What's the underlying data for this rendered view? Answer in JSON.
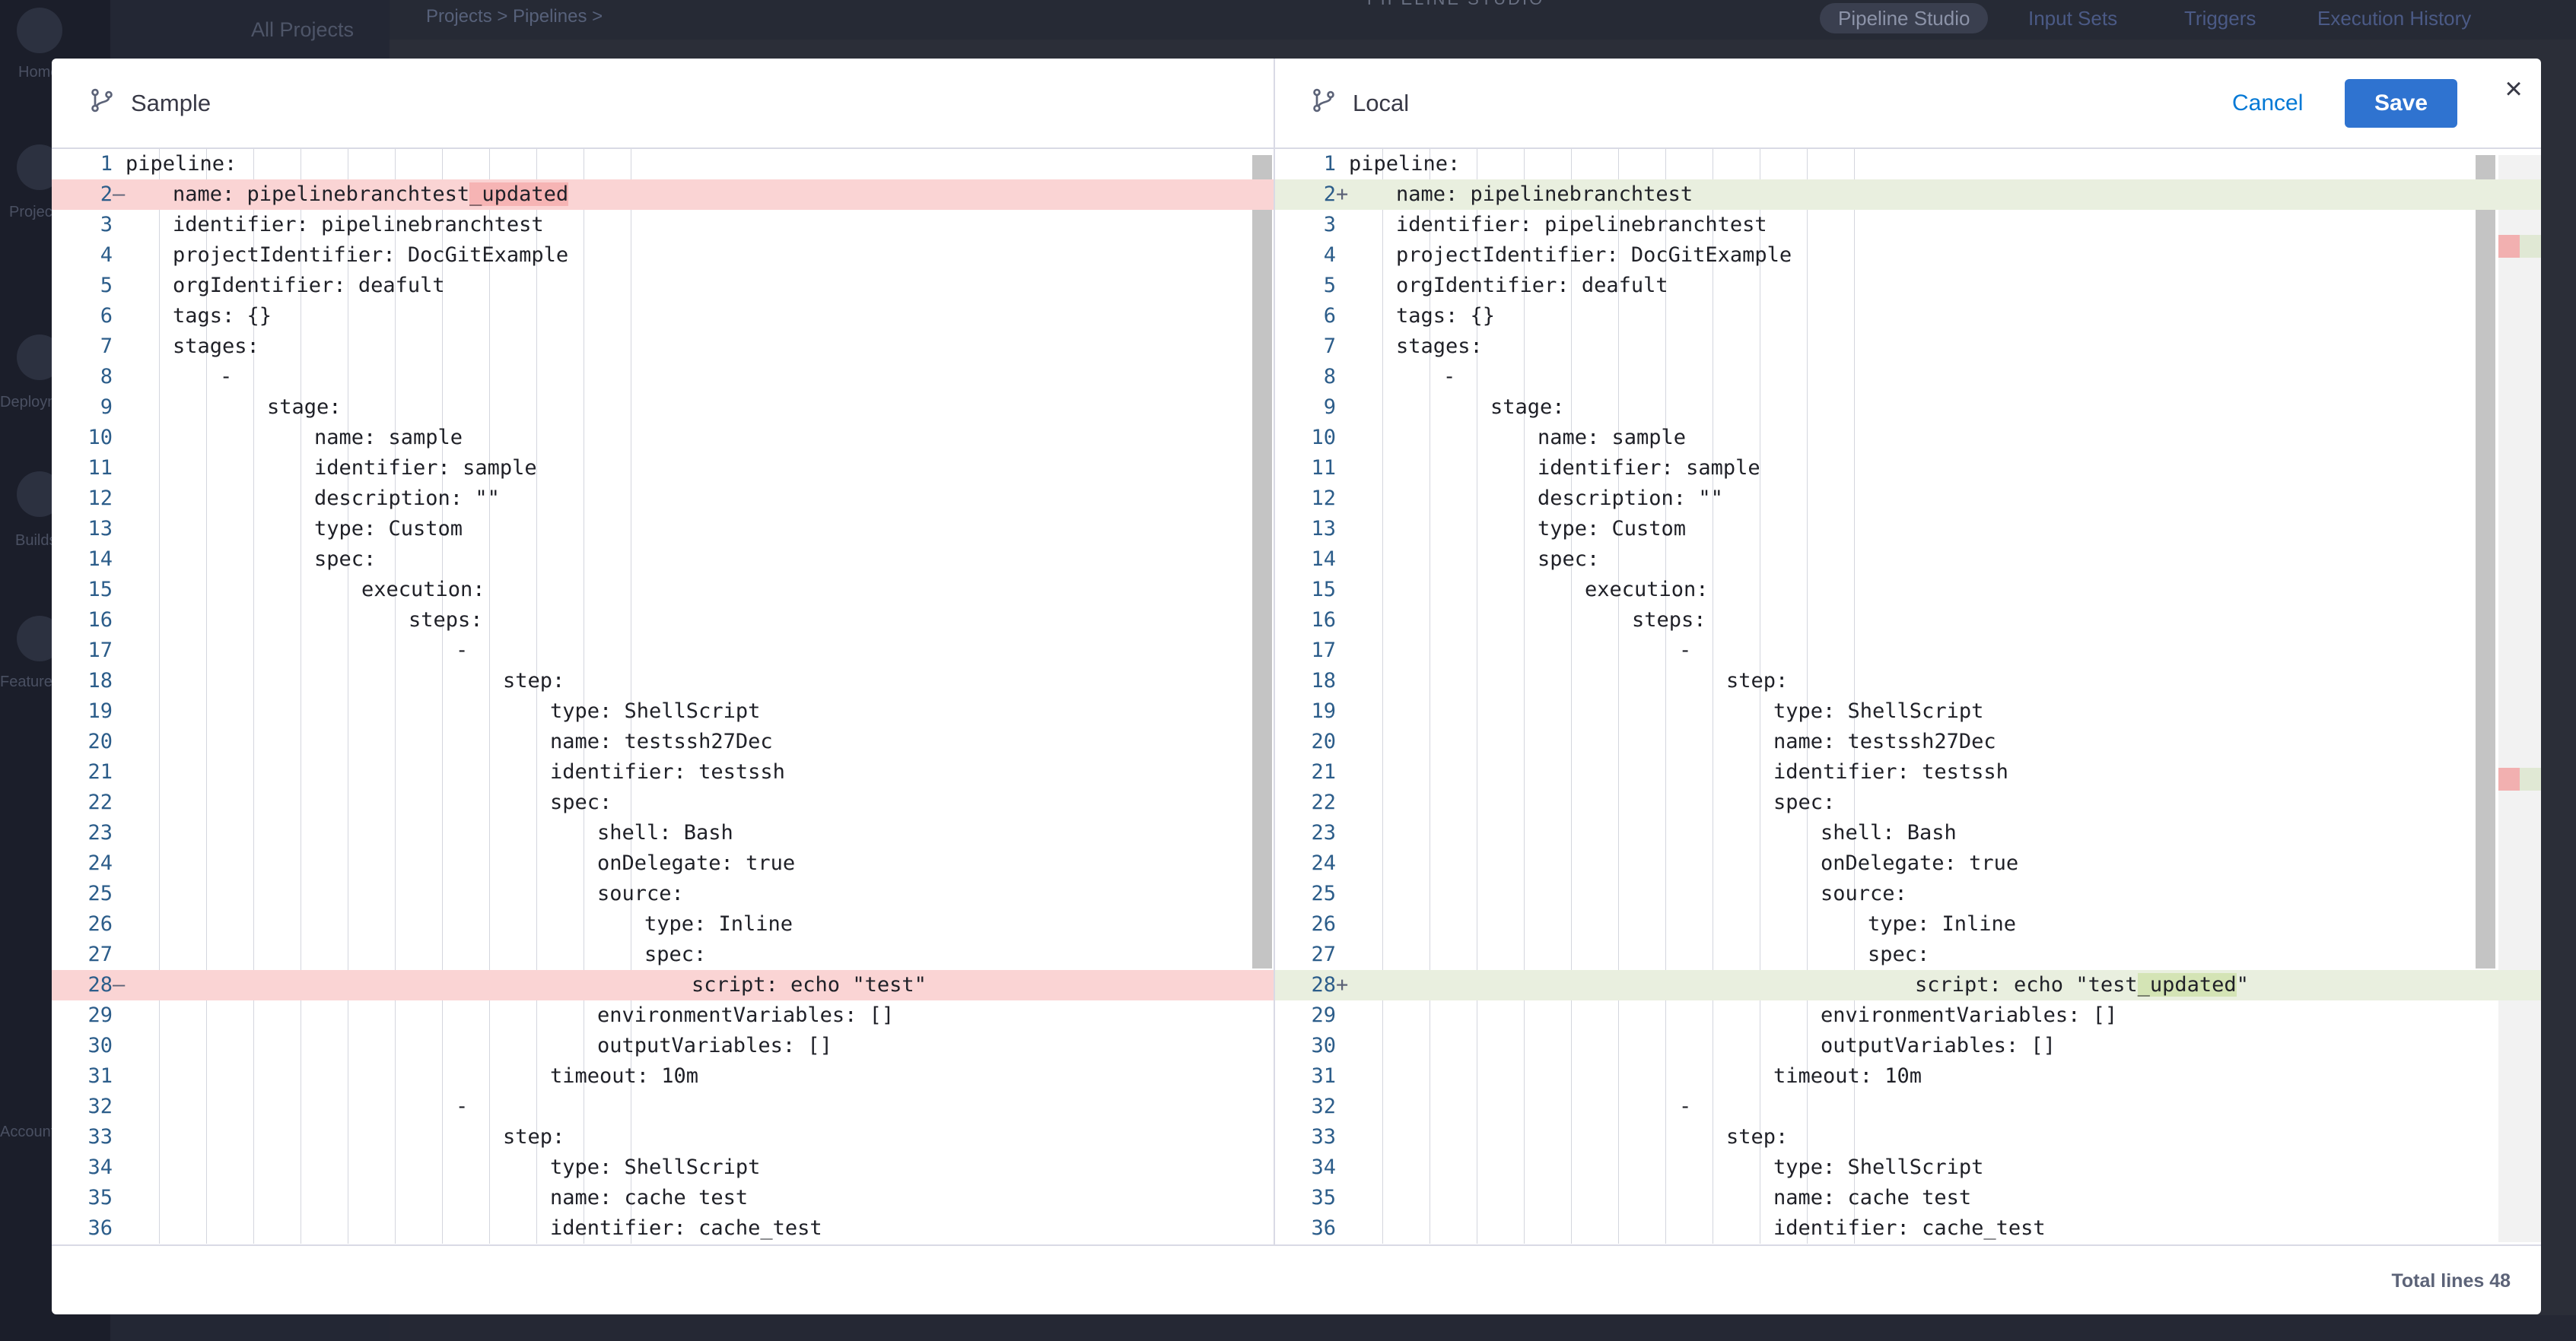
{
  "background": {
    "sidebar_project_label": "All Projects",
    "breadcrumb": "Projects  >  Pipelines  >",
    "topbar_title": "PIPELINE STUDIO",
    "tabs": [
      "Pipeline Studio",
      "Input Sets",
      "Triggers",
      "Execution History"
    ],
    "nav_labels": [
      "Home",
      "Projects",
      "Deployments",
      "Builds",
      "Feature Flags",
      "Account Settings"
    ]
  },
  "modal": {
    "left_title": "Sample",
    "right_title": "Local",
    "cancel_label": "Cancel",
    "save_label": "Save",
    "close_symbol": "×",
    "footer_text": "Total lines 48"
  },
  "colors": {
    "deleted_line": "#fad4d4",
    "inserted_line": "#e9efdf",
    "primary": "#2f73d0",
    "link": "#0278d5"
  },
  "left_lines": [
    "pipeline:",
    "name: pipelinebranchtest_updated",
    "identifier: pipelinebranchtest",
    "projectIdentifier: DocGitExample",
    "orgIdentifier: deafult",
    "tags: {}",
    "stages:",
    "-",
    "stage:",
    "name: sample",
    "identifier: sample",
    "description: \"\"",
    "type: Custom",
    "spec:",
    "execution:",
    "steps:",
    "-",
    "step:",
    "type: ShellScript",
    "name: testssh27Dec",
    "identifier: testssh",
    "spec:",
    "shell: Bash",
    "onDelegate: true",
    "source:",
    "type: Inline",
    "spec:",
    "script: echo \"test\"",
    "environmentVariables: []",
    "outputVariables: []",
    "timeout: 10m",
    "-",
    "step:",
    "type: ShellScript",
    "name: cache test",
    "identifier: cache_test"
  ],
  "right_lines": [
    "pipeline:",
    "name: pipelinebranchtest",
    "identifier: pipelinebranchtest",
    "projectIdentifier: DocGitExample",
    "orgIdentifier: deafult",
    "tags: {}",
    "stages:",
    "-",
    "stage:",
    "name: sample",
    "identifier: sample",
    "description: \"\"",
    "type: Custom",
    "spec:",
    "execution:",
    "steps:",
    "-",
    "step:",
    "type: ShellScript",
    "name: testssh27Dec",
    "identifier: testssh",
    "spec:",
    "shell: Bash",
    "onDelegate: true",
    "source:",
    "type: Inline",
    "spec:",
    "script: echo \"test_updated\"",
    "environmentVariables: []",
    "outputVariables: []",
    "timeout: 10m",
    "-",
    "step:",
    "type: ShellScript",
    "name: cache test",
    "identifier: cache_test"
  ],
  "left_changes": [
    {
      "line": 2,
      "marker": "—"
    },
    {
      "line": 28,
      "marker": "—"
    }
  ],
  "right_changes": [
    {
      "line": 2,
      "marker": "+"
    },
    {
      "line": 28,
      "marker": "+"
    }
  ]
}
